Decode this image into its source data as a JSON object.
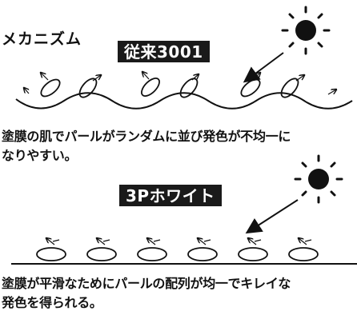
{
  "title": "メカニズム",
  "conventional": {
    "label": "従来3001",
    "description_line1": "塗膜の肌でパールがランダムに並び発色が不均一に",
    "description_line2": "なりやすい。"
  },
  "improved": {
    "label": "3Pホワイト",
    "description_line1": "塗膜が平滑なためにパールの配列が均一でキレイな",
    "description_line2": "発色を得られる。"
  },
  "colors": {
    "sun": "#111111",
    "tag_background": "#1a1a1a",
    "tag_text": "#ffffff",
    "line": "#111111"
  }
}
